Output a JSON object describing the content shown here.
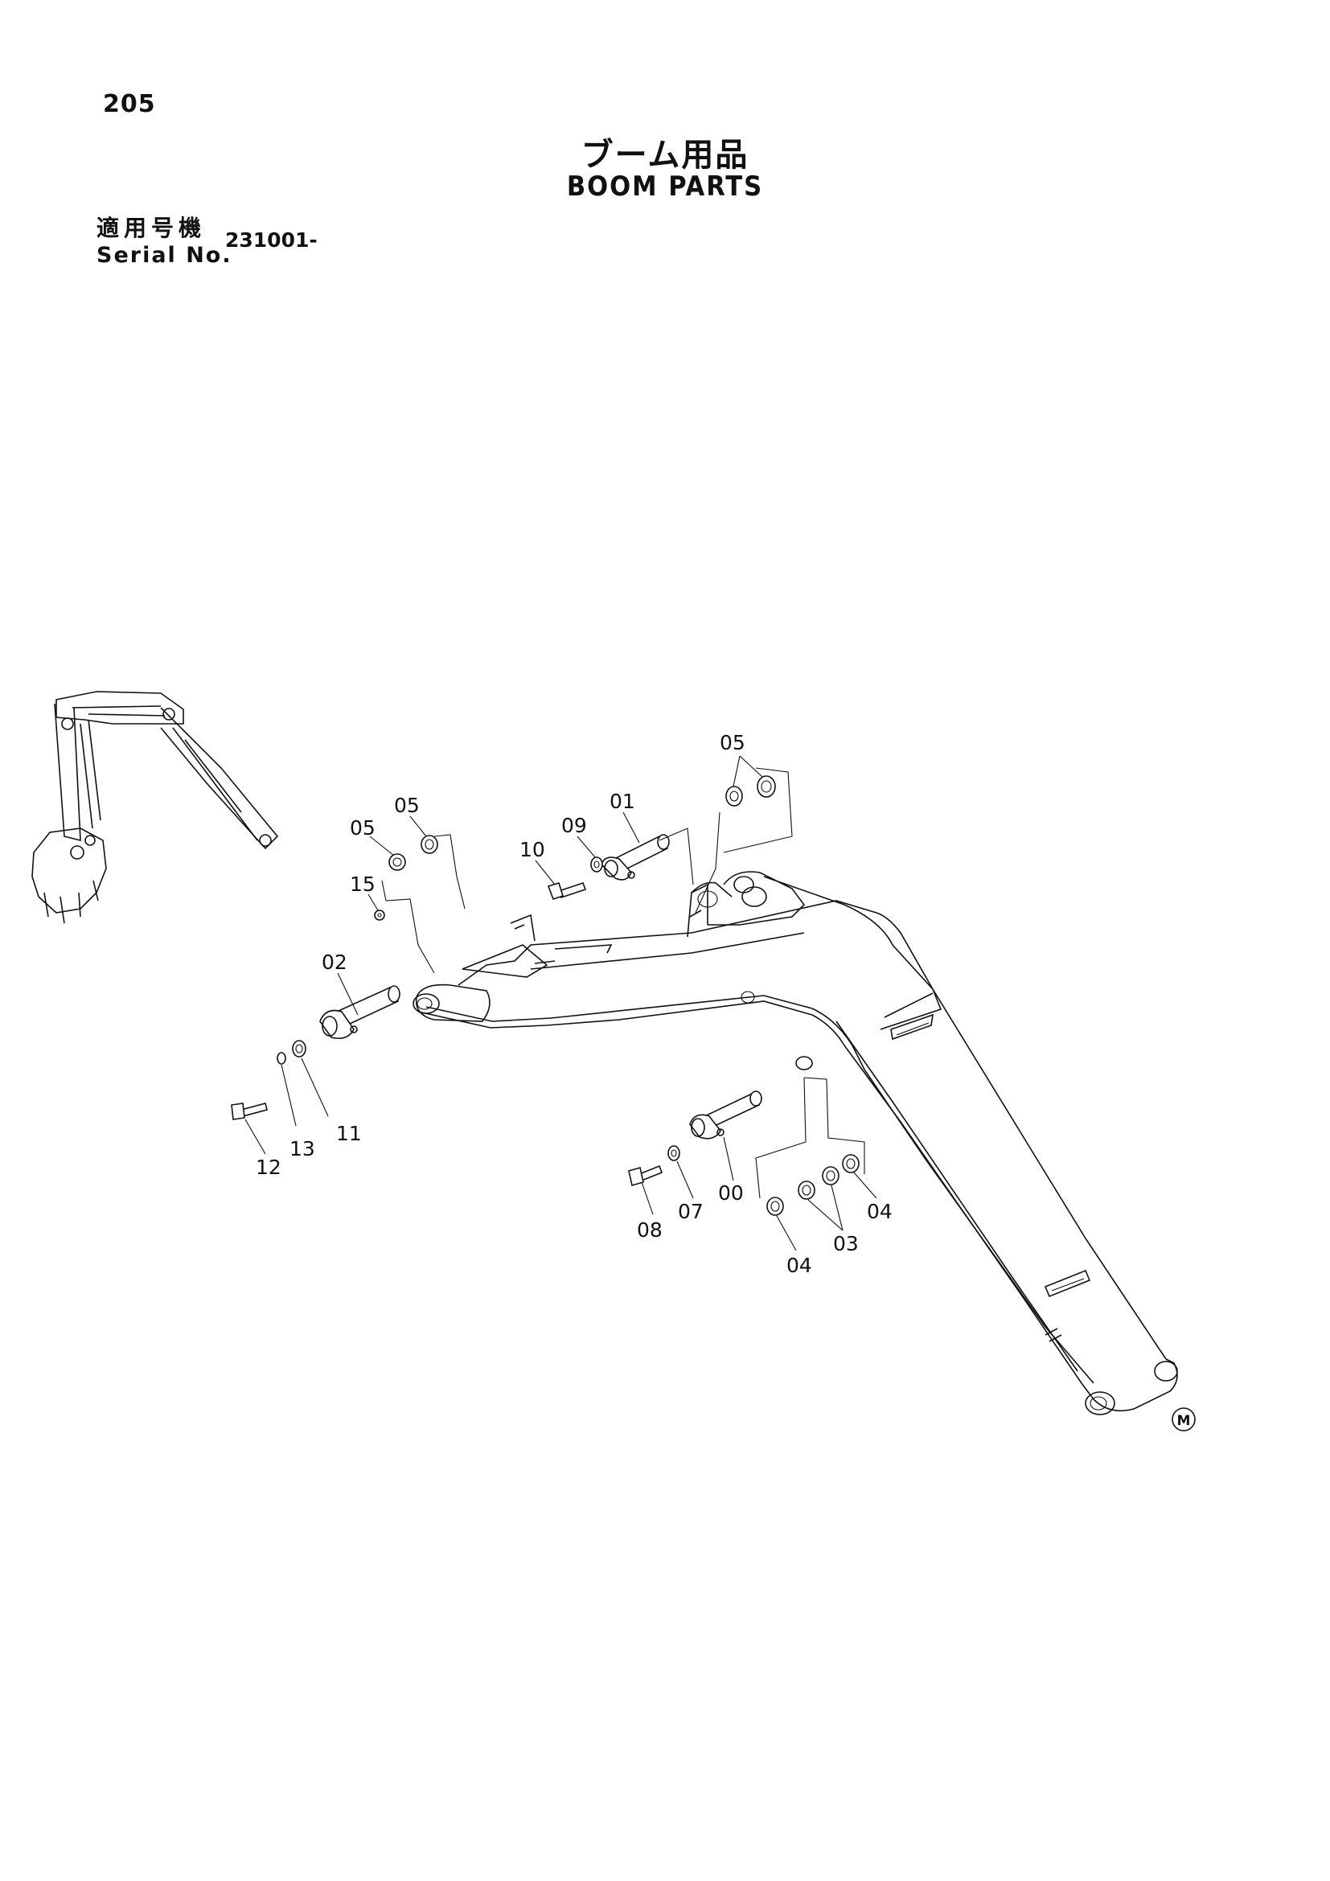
{
  "page_number": "205",
  "title": {
    "ja": "ブーム用品",
    "en": "BOOM PARTS"
  },
  "serial": {
    "label_ja": "適用号機",
    "label_en": "Serial No.",
    "value": "231001-"
  },
  "callouts": [
    {
      "id": "c05a",
      "label": "05"
    },
    {
      "id": "c05b",
      "label": "05"
    },
    {
      "id": "c05c",
      "label": "05"
    },
    {
      "id": "c01",
      "label": "01"
    },
    {
      "id": "c09",
      "label": "09"
    },
    {
      "id": "c10",
      "label": "10"
    },
    {
      "id": "c15",
      "label": "15"
    },
    {
      "id": "c02",
      "label": "02"
    },
    {
      "id": "c11",
      "label": "11"
    },
    {
      "id": "c13",
      "label": "13"
    },
    {
      "id": "c12",
      "label": "12"
    },
    {
      "id": "c00",
      "label": "00"
    },
    {
      "id": "c07",
      "label": "07"
    },
    {
      "id": "c08",
      "label": "08"
    },
    {
      "id": "c04a",
      "label": "04"
    },
    {
      "id": "c04b",
      "label": "04"
    },
    {
      "id": "c03",
      "label": "03"
    }
  ],
  "marker": "M"
}
